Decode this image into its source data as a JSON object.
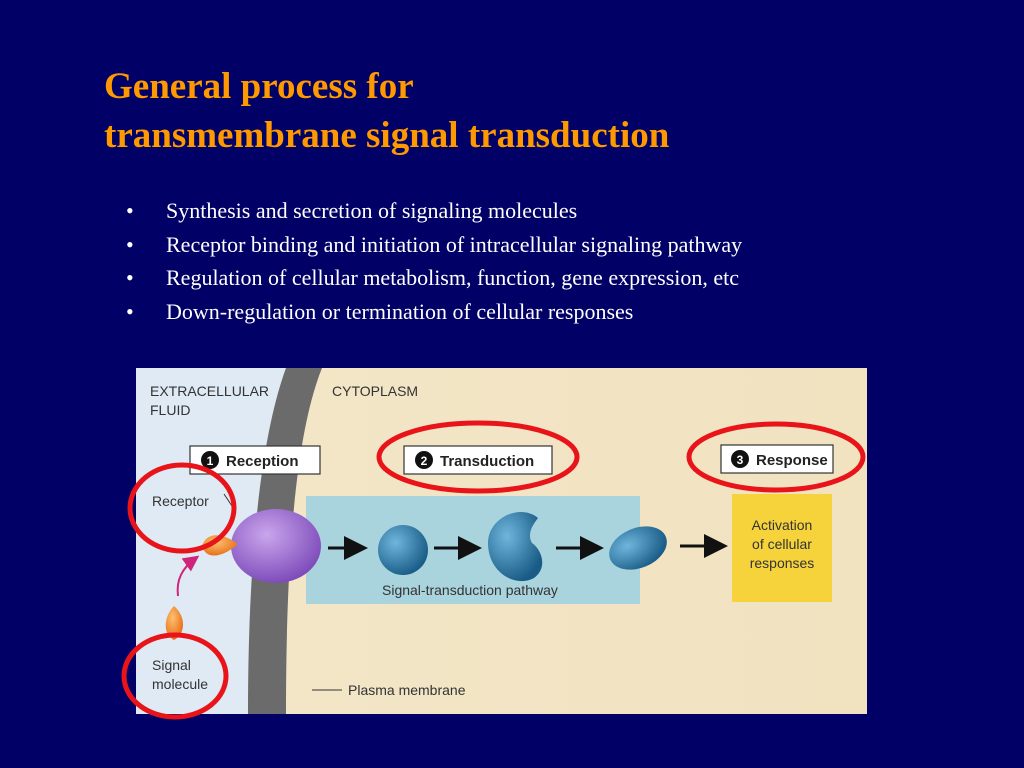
{
  "title": {
    "line1": "General process for",
    "line2": "transmembrane signal transduction"
  },
  "bullets": [
    "Synthesis and secretion of signaling molecules",
    "Receptor binding and initiation of intracellular signaling pathway",
    "Regulation of cellular metabolism, function, gene expression, etc",
    "Down-regulation or termination of cellular responses"
  ],
  "bullet_symbol": "•",
  "colors": {
    "background": "#000066",
    "title": "#ff9900",
    "text": "#ffffff",
    "highlight_circle": "#e8141a",
    "receptor": "#8a5bc7",
    "relay_protein": "#1f6f9e",
    "signal_molecule": "#f07f1e",
    "pathway_box": "#a9d4de",
    "response_box": "#f6d33a"
  },
  "diagram": {
    "extracellular_label_1": "EXTRACELLULAR",
    "extracellular_label_2": "FLUID",
    "cytoplasm_label": "CYTOPLASM",
    "stage_1": {
      "num": "1",
      "label": "Reception"
    },
    "stage_2": {
      "num": "2",
      "label": "Transduction"
    },
    "stage_3": {
      "num": "3",
      "label": "Response"
    },
    "receptor_label": "Receptor",
    "signal_label_1": "Signal",
    "signal_label_2": "molecule",
    "pathway_label": "Signal-transduction pathway",
    "response_line_1": "Activation",
    "response_line_2": "of cellular",
    "response_line_3": "responses",
    "membrane_label": "Plasma membrane"
  }
}
